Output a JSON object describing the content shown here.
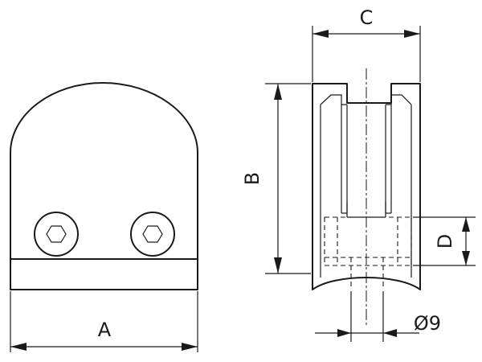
{
  "dimensions": {
    "width_label": "A",
    "height_label": "B",
    "depth_label": "C",
    "slot_label": "D",
    "bore_label": "Ø9"
  }
}
